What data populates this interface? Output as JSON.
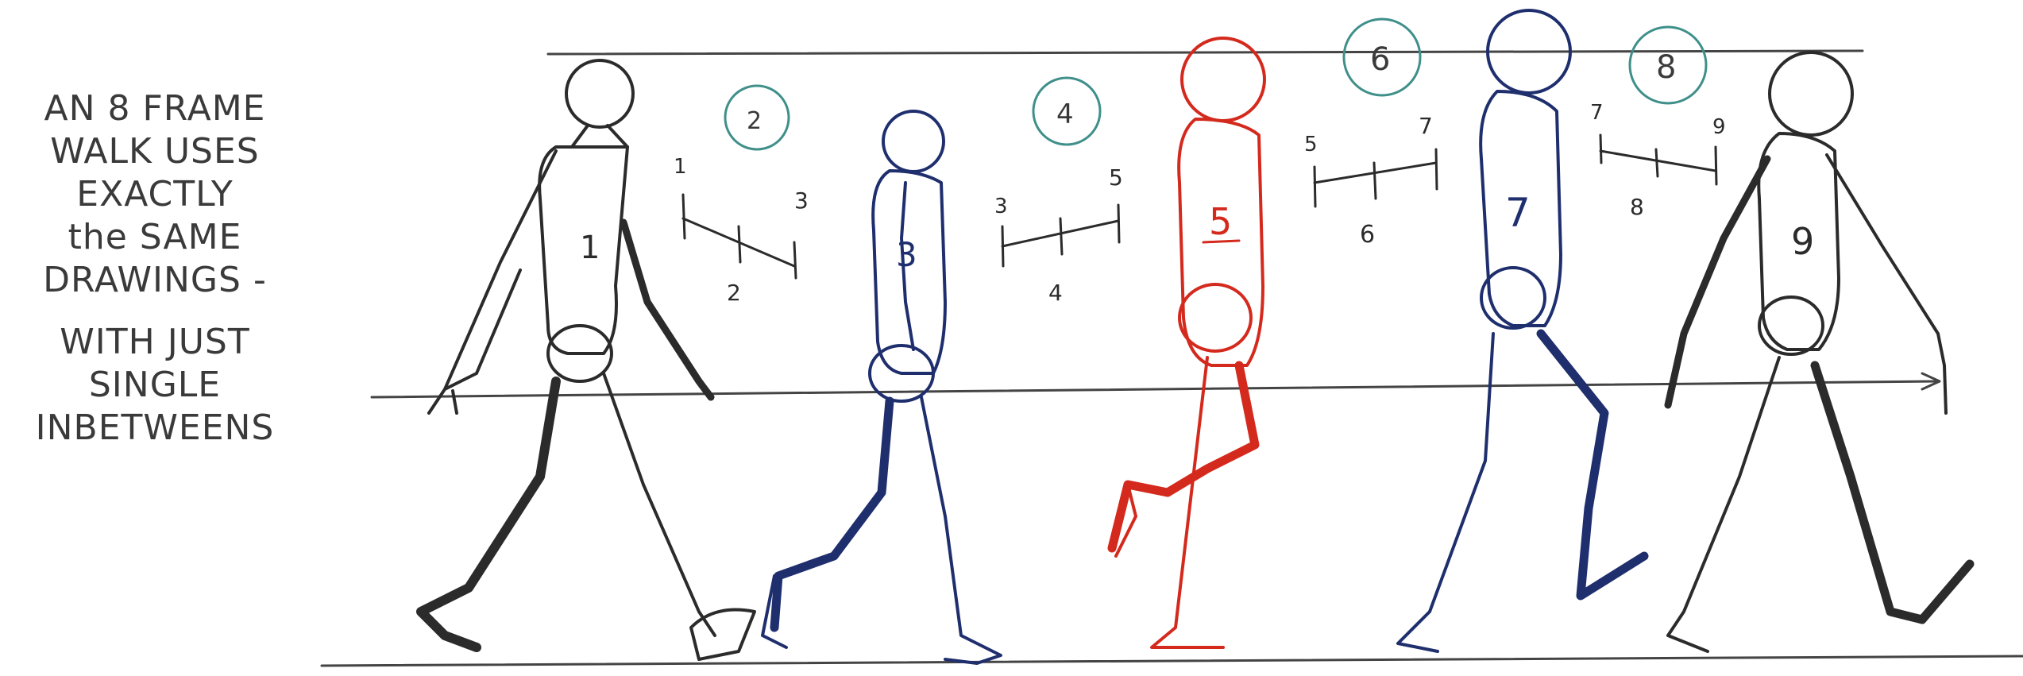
{
  "caption": {
    "lines": [
      "AN 8 FRAME",
      "WALK USES",
      "EXACTLY",
      "the SAME",
      "DRAWINGS -"
    ],
    "lines2": [
      "WITH JUST",
      "SINGLE",
      "INBETWEENS"
    ]
  },
  "colors": {
    "pencil": "#2b2b2b",
    "blue": "#1f2f6e",
    "red": "#d42a1e",
    "green_teal": "#3f8f8a",
    "light_pencil": "#7a7a7a"
  },
  "figures": [
    {
      "label": "1",
      "color": "#2b2b2b"
    },
    {
      "label": "3",
      "color": "#1f2f6e"
    },
    {
      "label": "5",
      "color": "#d42a1e"
    },
    {
      "label": "7",
      "color": "#1f2f6e"
    },
    {
      "label": "9",
      "color": "#2b2b2b"
    }
  ],
  "inbetween_circles": [
    "2",
    "4",
    "6",
    "8"
  ],
  "timing_charts": [
    {
      "left": "1",
      "right": "3",
      "mid": "2"
    },
    {
      "left": "3",
      "right": "5",
      "mid": "4"
    },
    {
      "left": "5",
      "right": "7",
      "mid": "6"
    },
    {
      "left": "7",
      "right": "9",
      "mid": "8"
    }
  ]
}
